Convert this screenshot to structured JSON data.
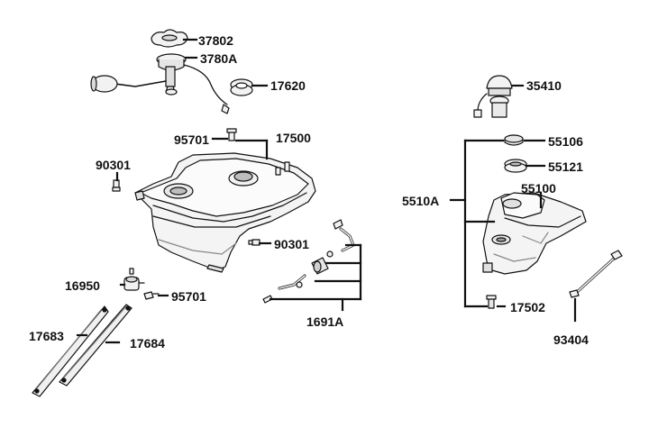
{
  "diagram": {
    "background": "#ffffff",
    "ink": "#111111",
    "part_fill": "#f2f2f2",
    "part_shade": "#c9c9c9",
    "labels": {
      "p37802": "37802",
      "p3780A": "3780A",
      "p17620": "17620",
      "p95701_top": "95701",
      "p17500": "17500",
      "p90301_left": "90301",
      "p90301_right": "90301",
      "p16950": "16950",
      "p95701_bottom": "95701",
      "p17683": "17683",
      "p17684": "17684",
      "p1691A": "1691A",
      "p35410": "35410",
      "p55106": "55106",
      "p55121": "55121",
      "p5510A": "5510A",
      "p55100": "55100",
      "p17502": "17502",
      "p93404": "93404"
    }
  }
}
